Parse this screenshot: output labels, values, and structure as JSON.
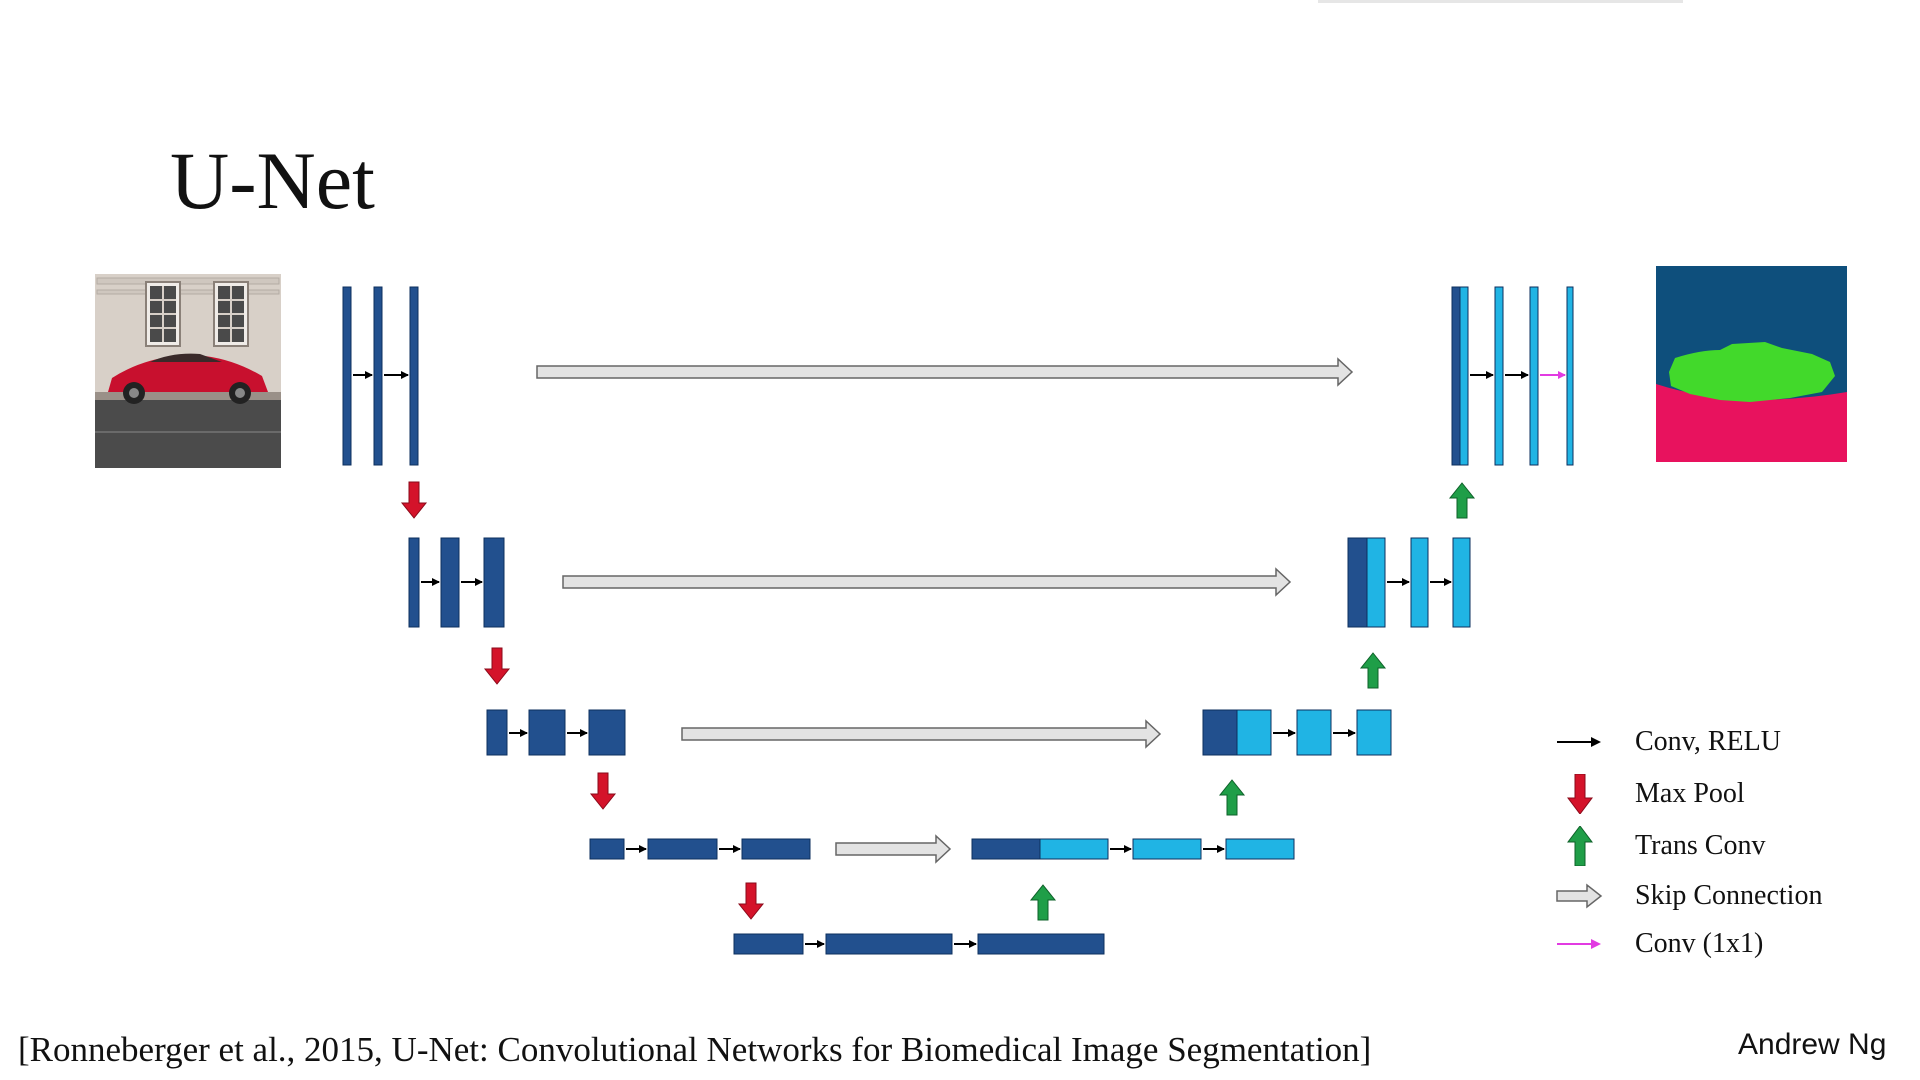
{
  "title": "U-Net",
  "legend": [
    {
      "icon": "black-arrow-icon",
      "label": "Conv, RELU"
    },
    {
      "icon": "red-down-arrow-icon",
      "label": "Max Pool"
    },
    {
      "icon": "green-up-arrow-icon",
      "label": "Trans Conv"
    },
    {
      "icon": "skip-arrow-icon",
      "label": "Skip Connection"
    },
    {
      "icon": "magenta-arrow-icon",
      "label": "Conv (1x1)"
    }
  ],
  "citation": "[Ronneberger et al., 2015, U-Net: Convolutional Networks for Biomedical Image Segmentation]",
  "author": "Andrew Ng",
  "colors": {
    "encoder": "#22508e",
    "decoder": "#20b4e4",
    "maxpool": "#d4132a",
    "transconv": "#1f9e48",
    "skip_fill": "#e3e3e3",
    "conv1x1": "#e23be2",
    "mask_background": "#0e4f7c",
    "mask_car": "#42d92b",
    "mask_road": "#e8125e"
  }
}
